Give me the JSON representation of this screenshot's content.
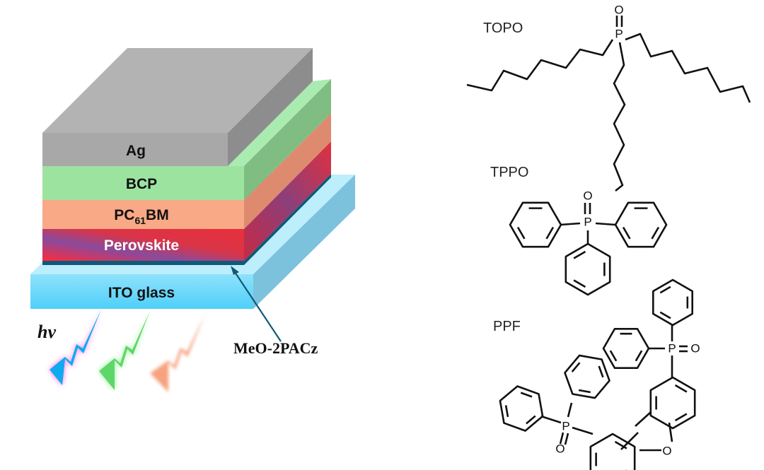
{
  "device": {
    "layers": {
      "ag": "Ag",
      "bcp": "BCP",
      "pcbm_main": "PC",
      "pcbm_sub": "61",
      "pcbm_end": "BM",
      "perovskite": "Perovskite",
      "ito": "ITO glass"
    },
    "hole_layer_label": "MeO-2PACz",
    "light_label": "hv",
    "colors": {
      "ag": "#a8a8a8",
      "bcp": "#9de3a0",
      "pcbm": "#f9a985",
      "perovskite": "#e0303f",
      "meo": "#0f5a78",
      "ito": "#5fd3f7"
    }
  },
  "molecules": {
    "topo": {
      "name": "TOPO",
      "atoms": {
        "p": "P",
        "o": "O"
      }
    },
    "tppo": {
      "name": "TPPO",
      "atoms": {
        "p": "P",
        "o": "O"
      }
    },
    "ppf": {
      "name": "PPF",
      "atoms": {
        "p": "P",
        "o": "O",
        "furan_o": "O"
      }
    }
  }
}
